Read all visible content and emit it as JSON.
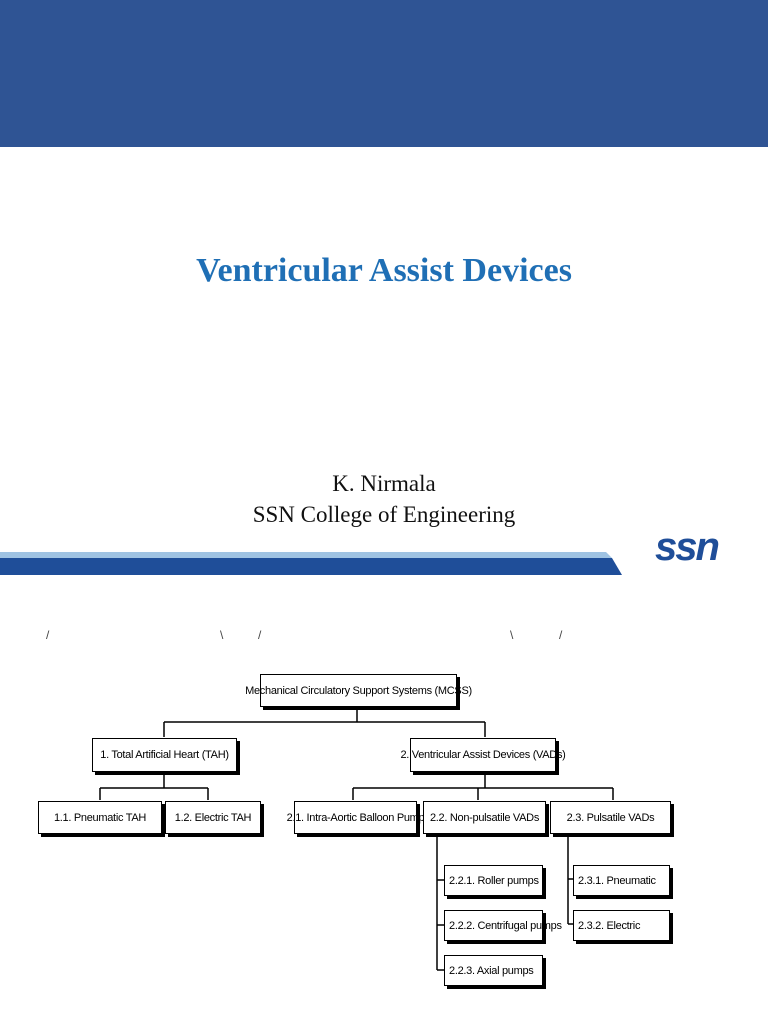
{
  "slide": {
    "title": "Ventricular Assist Devices",
    "author": "K. Nirmala",
    "institution": "SSN College of Engineering",
    "logo": "ssn",
    "colors": {
      "band": "#2f5494",
      "title": "#1f6fb5",
      "stripe_dark": "#1f4e99",
      "stripe_light": "#9fc3e3"
    }
  },
  "diagram": {
    "root": "Mechanical Circulatory Support Systems (MCSS)",
    "tah": "1. Total Artificial Heart (TAH)",
    "vad": "2. Ventricular Assist Devices (VADs)",
    "pneumatic_tah": "1.1. Pneumatic TAH",
    "electric_tah": "1.2. Electric TAH",
    "iabp": "2.1. Intra-Aortic Balloon Pump",
    "nonpulsatile": "2.2. Non-pulsatile VADs",
    "pulsatile": "2.3. Pulsatile VADs",
    "roller": "2.2.1. Roller pumps",
    "centrifugal": "2.2.2. Centrifugal pumps",
    "axial": "2.2.3. Axial pumps",
    "pneumatic": "2.3.1. Pneumatic",
    "electric": "2.3.2. Electric"
  }
}
